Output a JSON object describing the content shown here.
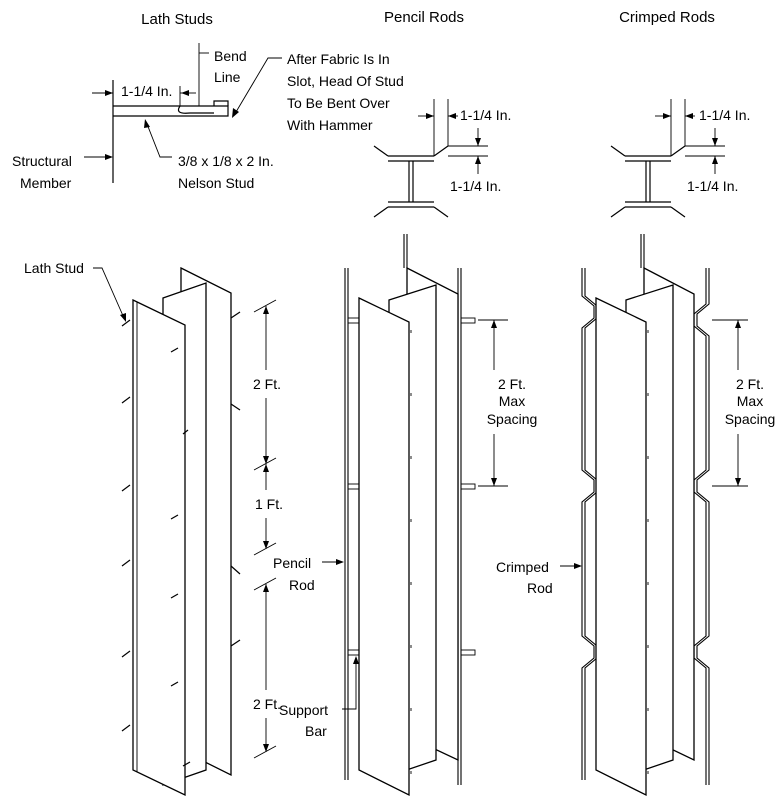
{
  "titles": {
    "lath_studs": "Lath Studs",
    "pencil_rods": "Pencil Rods",
    "crimped_rods": "Crimped Rods"
  },
  "detail": {
    "bend_line": [
      "Bend",
      "Line"
    ],
    "fabric_note": [
      "After Fabric Is In",
      "Slot, Head Of Stud",
      "To Be Bent Over",
      "With Hammer"
    ],
    "dim_width": "1-1/4 In.",
    "structural_member": [
      "Structural",
      "Member"
    ],
    "nelson_stud": [
      "3/8 x 1/8 x 2 In.",
      "Nelson Stud"
    ],
    "pencil_dim_top": "1-1/4 In.",
    "pencil_dim_side": "1-1/4 In.",
    "crimped_dim_top": "1-1/4 In.",
    "crimped_dim_side": "1-1/4 In."
  },
  "columns": {
    "lath_stud_label": "Lath Stud",
    "spacing_top": "2 Ft.",
    "spacing_mid": "1 Ft.",
    "spacing_bottom": "2 Ft.",
    "pencil_rod": [
      "Pencil",
      "Rod"
    ],
    "support_bar": [
      "Support",
      "Bar"
    ],
    "max_spacing_pencil": [
      "2 Ft.",
      "Max",
      "Spacing"
    ],
    "crimped_rod": [
      "Crimped",
      "Rod"
    ],
    "max_spacing_crimped": [
      "2 Ft.",
      "Max",
      "Spacing"
    ]
  }
}
